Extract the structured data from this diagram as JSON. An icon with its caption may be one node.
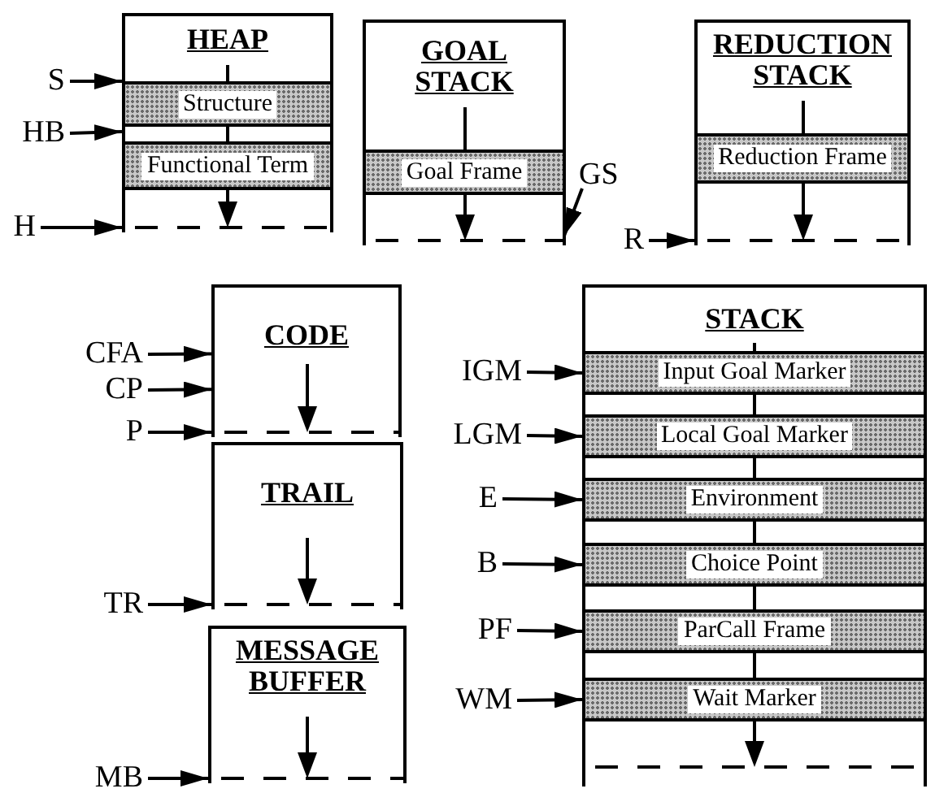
{
  "diagram": {
    "nodes": [
      {
        "text": [
          "S"
        ]
      },
      {
        "text": [
          "HB"
        ]
      },
      {
        "text": [
          "H"
        ]
      },
      {
        "text": [
          "HEAP"
        ]
      },
      {
        "text": [
          "Structure"
        ],
        "in": 3
      },
      {
        "text": [
          "Functional Term"
        ],
        "in": 3
      },
      {
        "text": [
          "GOAL STACK"
        ]
      },
      {
        "text": [
          "Goal Frame"
        ],
        "in": 6
      },
      {
        "text": [
          "GS"
        ]
      },
      {
        "text": [
          "R"
        ]
      },
      {
        "text": [
          "REDUCTION STACK"
        ]
      },
      {
        "text": [
          "Reduction Frame"
        ],
        "in": 10
      },
      {
        "text": [
          "CFA"
        ]
      },
      {
        "text": [
          "CP"
        ]
      },
      {
        "text": [
          "P"
        ]
      },
      {
        "text": [
          "CODE"
        ]
      },
      {
        "text": [
          "TR"
        ]
      },
      {
        "text": [
          "TRAIL"
        ]
      },
      {
        "text": [
          "MB"
        ]
      },
      {
        "text": [
          "MESSAGE BUFFER"
        ]
      },
      {
        "text": [
          "IGM"
        ]
      },
      {
        "text": [
          "LGM"
        ]
      },
      {
        "text": [
          "E"
        ]
      },
      {
        "text": [
          "B"
        ]
      },
      {
        "text": [
          "PF"
        ]
      },
      {
        "text": [
          "WM"
        ]
      },
      {
        "text": [
          "STACK"
        ]
      },
      {
        "text": [
          "Input Goal Marker"
        ],
        "in": 26
      },
      {
        "text": [
          "Local Goal Marker"
        ],
        "in": 26
      },
      {
        "text": [
          "Environment"
        ],
        "in": 26
      },
      {
        "text": [
          "Choice Point"
        ],
        "in": 26
      },
      {
        "text": [
          "ParCall Frame"
        ],
        "in": 26
      },
      {
        "text": [
          "Wait Marker"
        ],
        "in": 26
      }
    ],
    "edges": [
      {
        "from": 0,
        "to": 4,
        "arrow": "to"
      },
      {
        "from": 1,
        "to": 5,
        "arrow": "to"
      },
      {
        "from": 2,
        "to": 3,
        "arrow": "to"
      },
      {
        "from": 8,
        "to": 6,
        "arrow": "to"
      },
      {
        "from": 9,
        "to": 10,
        "arrow": "to"
      },
      {
        "from": 12,
        "to": 15,
        "arrow": "to"
      },
      {
        "from": 13,
        "to": 15,
        "arrow": "to"
      },
      {
        "from": 14,
        "to": 15,
        "arrow": "to"
      },
      {
        "from": 16,
        "to": 17,
        "arrow": "to"
      },
      {
        "from": 18,
        "to": 19,
        "arrow": "to"
      },
      {
        "from": 20,
        "to": 27,
        "arrow": "to"
      },
      {
        "from": 21,
        "to": 28,
        "arrow": "to"
      },
      {
        "from": 22,
        "to": 29,
        "arrow": "to"
      },
      {
        "from": 23,
        "to": 30,
        "arrow": "to"
      },
      {
        "from": 24,
        "to": 31,
        "arrow": "to"
      },
      {
        "from": 25,
        "to": 32,
        "arrow": "to"
      }
    ]
  }
}
